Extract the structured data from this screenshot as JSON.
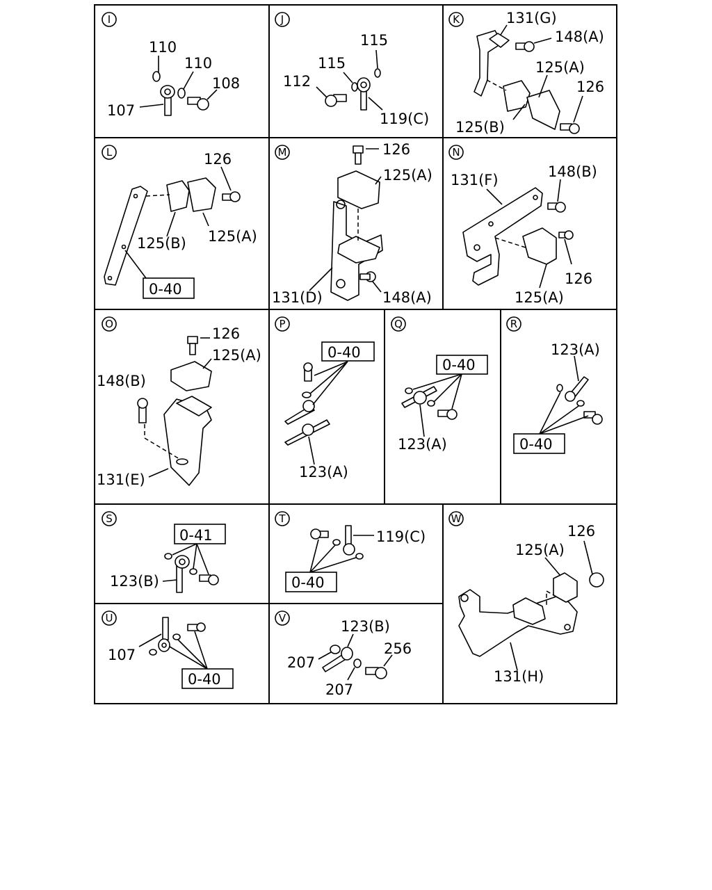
{
  "panels": {
    "I": {
      "letter": "I",
      "labels": {
        "a": "110",
        "b": "110",
        "c": "108",
        "d": "107"
      }
    },
    "J": {
      "letter": "J",
      "labels": {
        "a": "115",
        "b": "115",
        "c": "112",
        "d": "119(C)"
      }
    },
    "K": {
      "letter": "K",
      "labels": {
        "a": "131(G)",
        "b": "148(A)",
        "c": "125(A)",
        "d": "126",
        "e": "125(B)"
      }
    },
    "L": {
      "letter": "L",
      "labels": {
        "a": "126",
        "b": "125(B)",
        "c": "125(A)",
        "ref": "0-40"
      }
    },
    "M": {
      "letter": "M",
      "labels": {
        "a": "126",
        "b": "125(A)",
        "c": "131(D)",
        "d": "148(A)"
      }
    },
    "N": {
      "letter": "N",
      "labels": {
        "a": "131(F)",
        "b": "148(B)",
        "c": "126",
        "d": "125(A)"
      }
    },
    "O": {
      "letter": "O",
      "labels": {
        "a": "126",
        "b": "125(A)",
        "c": "148(B)",
        "d": "131(E)"
      }
    },
    "P": {
      "letter": "P",
      "labels": {
        "ref": "0-40",
        "a": "123(A)"
      }
    },
    "Q": {
      "letter": "Q",
      "labels": {
        "ref": "0-40",
        "a": "123(A)"
      }
    },
    "R": {
      "letter": "R",
      "labels": {
        "a": "123(A)",
        "ref": "0-40"
      }
    },
    "S": {
      "letter": "S",
      "labels": {
        "ref": "0-41",
        "a": "123(B)"
      }
    },
    "T": {
      "letter": "T",
      "labels": {
        "a": "119(C)",
        "ref": "0-40"
      }
    },
    "U": {
      "letter": "U",
      "labels": {
        "a": "107",
        "ref": "0-40"
      }
    },
    "V": {
      "letter": "V",
      "labels": {
        "a": "123(B)",
        "b": "207",
        "c": "256",
        "d": "207"
      }
    },
    "W": {
      "letter": "W",
      "labels": {
        "a": "126",
        "b": "125(A)",
        "c": "131(H)"
      }
    }
  }
}
